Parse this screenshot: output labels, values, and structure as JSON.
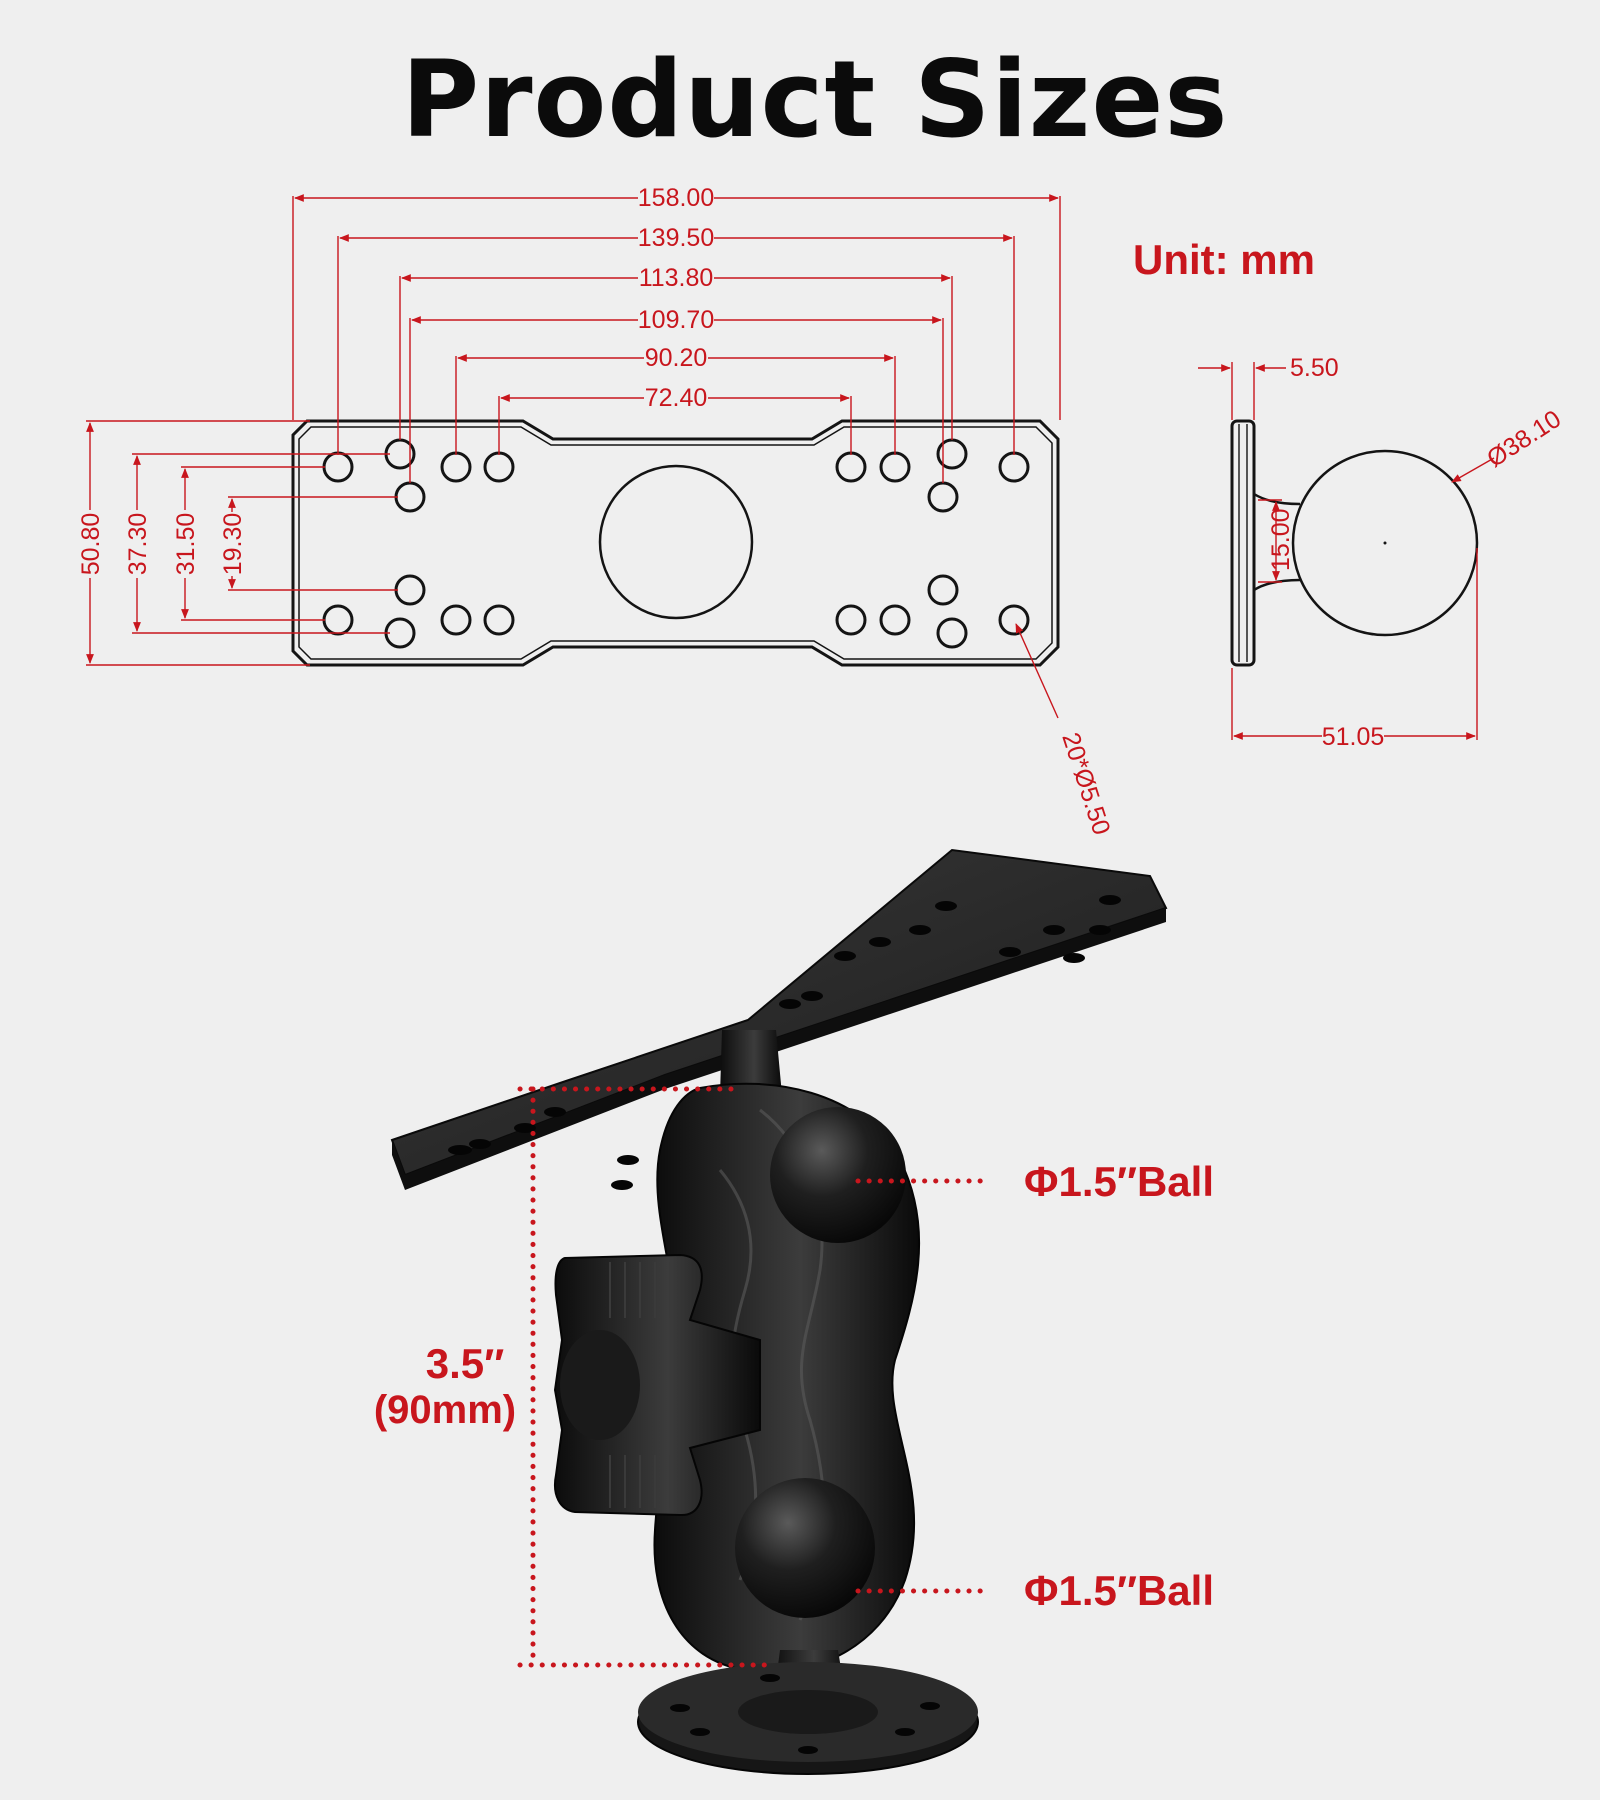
{
  "header": {
    "title": "Product Sizes",
    "unit": "Unit: mm"
  },
  "colors": {
    "dimension": "#c8161d",
    "outline": "#141414",
    "background": "#efefef"
  },
  "plate_drawing": {
    "horizontal_dims": [
      "158.00",
      "139.50",
      "113.80",
      "109.70",
      "90.20",
      "72.40"
    ],
    "vertical_dims": [
      "50.80",
      "37.30",
      "31.50",
      "19.30"
    ],
    "hole_callout": "20*Ø5.50"
  },
  "side_drawing": {
    "dims": {
      "thickness": "5.50",
      "neck": "15.00",
      "ball_diameter": "Ø38.10",
      "overall_length": "51.05"
    }
  },
  "photo_annotations": {
    "top_ball": "Φ1.5″Ball",
    "bottom_ball": "Φ1.5″Ball",
    "height_in": "3.5″",
    "height_mm": "(90mm)"
  }
}
